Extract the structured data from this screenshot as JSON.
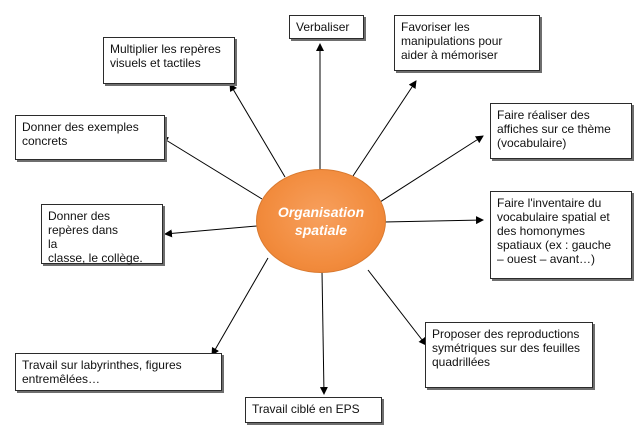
{
  "center": {
    "label": "Organisation\nspatiale",
    "color": "#f28c3e"
  },
  "nodes": [
    {
      "id": "verbaliser",
      "label": "Verbaliser"
    },
    {
      "id": "manipulations",
      "label": "Favoriser les\nmanipulations pour\naider à mémoriser"
    },
    {
      "id": "affiches",
      "label": "Faire réaliser des\naffiches sur ce thème\n(vocabulaire)"
    },
    {
      "id": "inventaire",
      "label": "Faire l'inventaire du\nvocabulaire spatial et\ndes homonymes\nspatiaux (ex : gauche\n– ouest – avant…)"
    },
    {
      "id": "reproductions",
      "label": "Proposer des reproductions\nsymétriques sur des feuilles\nquadrillées"
    },
    {
      "id": "eps",
      "label": "Travail ciblé en EPS"
    },
    {
      "id": "labyrinthes",
      "label": "Travail sur labyrinthes, figures\nentremêlées…"
    },
    {
      "id": "reperes-classe",
      "label": "Donner des\nrepères dans\nla\nclasse, le collège."
    },
    {
      "id": "exemples",
      "label": "Donner des exemples\nconcrets"
    },
    {
      "id": "reperes-visuels",
      "label": "Multiplier les repères\nvisuels et tactiles"
    }
  ]
}
